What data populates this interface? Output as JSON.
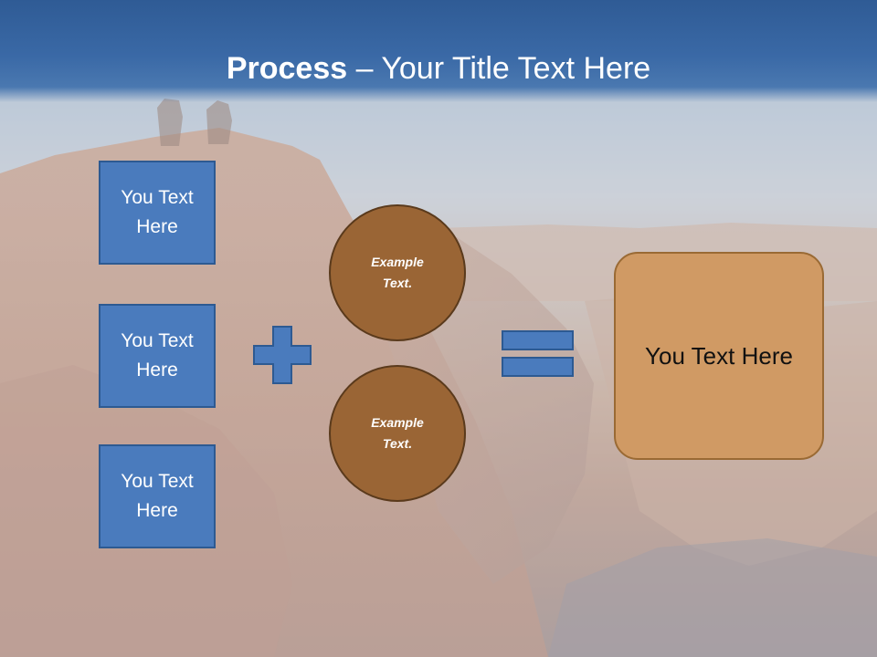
{
  "slide": {
    "title_bold": "Process",
    "title_rest": " – Your Title Text Here"
  },
  "left_boxes": [
    {
      "text": "You Text Here"
    },
    {
      "text": "You Text Here"
    },
    {
      "text": "You Text Here"
    }
  ],
  "circles": [
    {
      "text": "Example Text."
    },
    {
      "text": "Example Text."
    }
  ],
  "result_box": {
    "text": "You Text Here"
  },
  "colors": {
    "header": "#3a69a6",
    "blue_box": "#4a7bbd",
    "circle": "#9a6535",
    "result_box": "#d09a64"
  }
}
